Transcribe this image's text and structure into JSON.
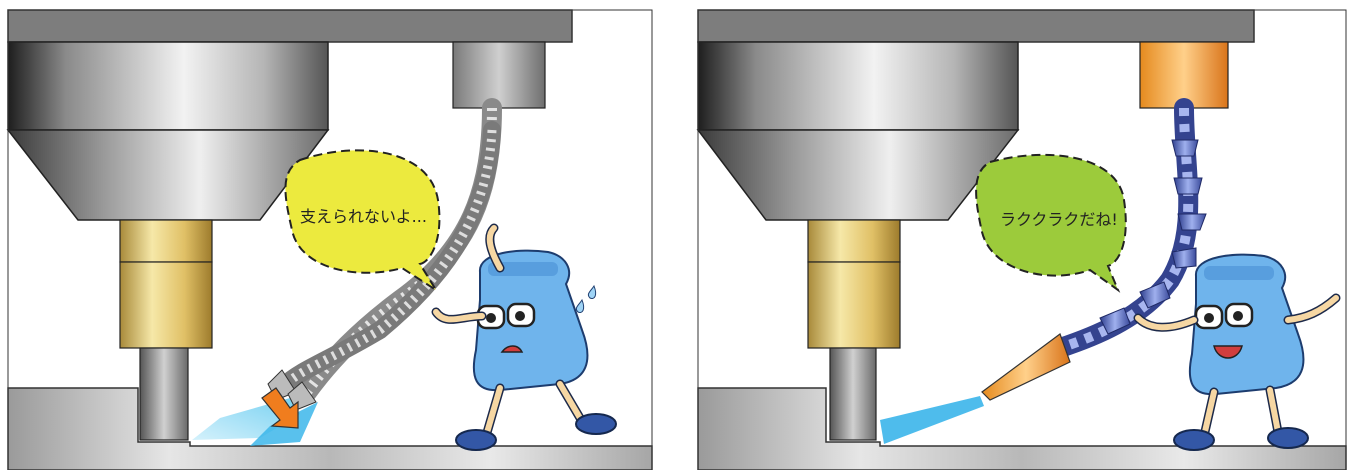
{
  "left_panel": {
    "speech": "支えられないよ...",
    "bubble_color": "#ecea3e",
    "character_mood": "struggling"
  },
  "right_panel": {
    "speech": "ラククラクだね!",
    "bubble_color": "#9ccb3b",
    "character_mood": "happy"
  },
  "icons": {
    "left": [
      "machine-spindle-icon",
      "flexible-coolant-hose-icon",
      "arrow-icon",
      "mascot-icon"
    ],
    "right": [
      "machine-spindle-icon",
      "modular-coolant-hose-icon",
      "nozzle-icon",
      "mascot-icon"
    ]
  }
}
